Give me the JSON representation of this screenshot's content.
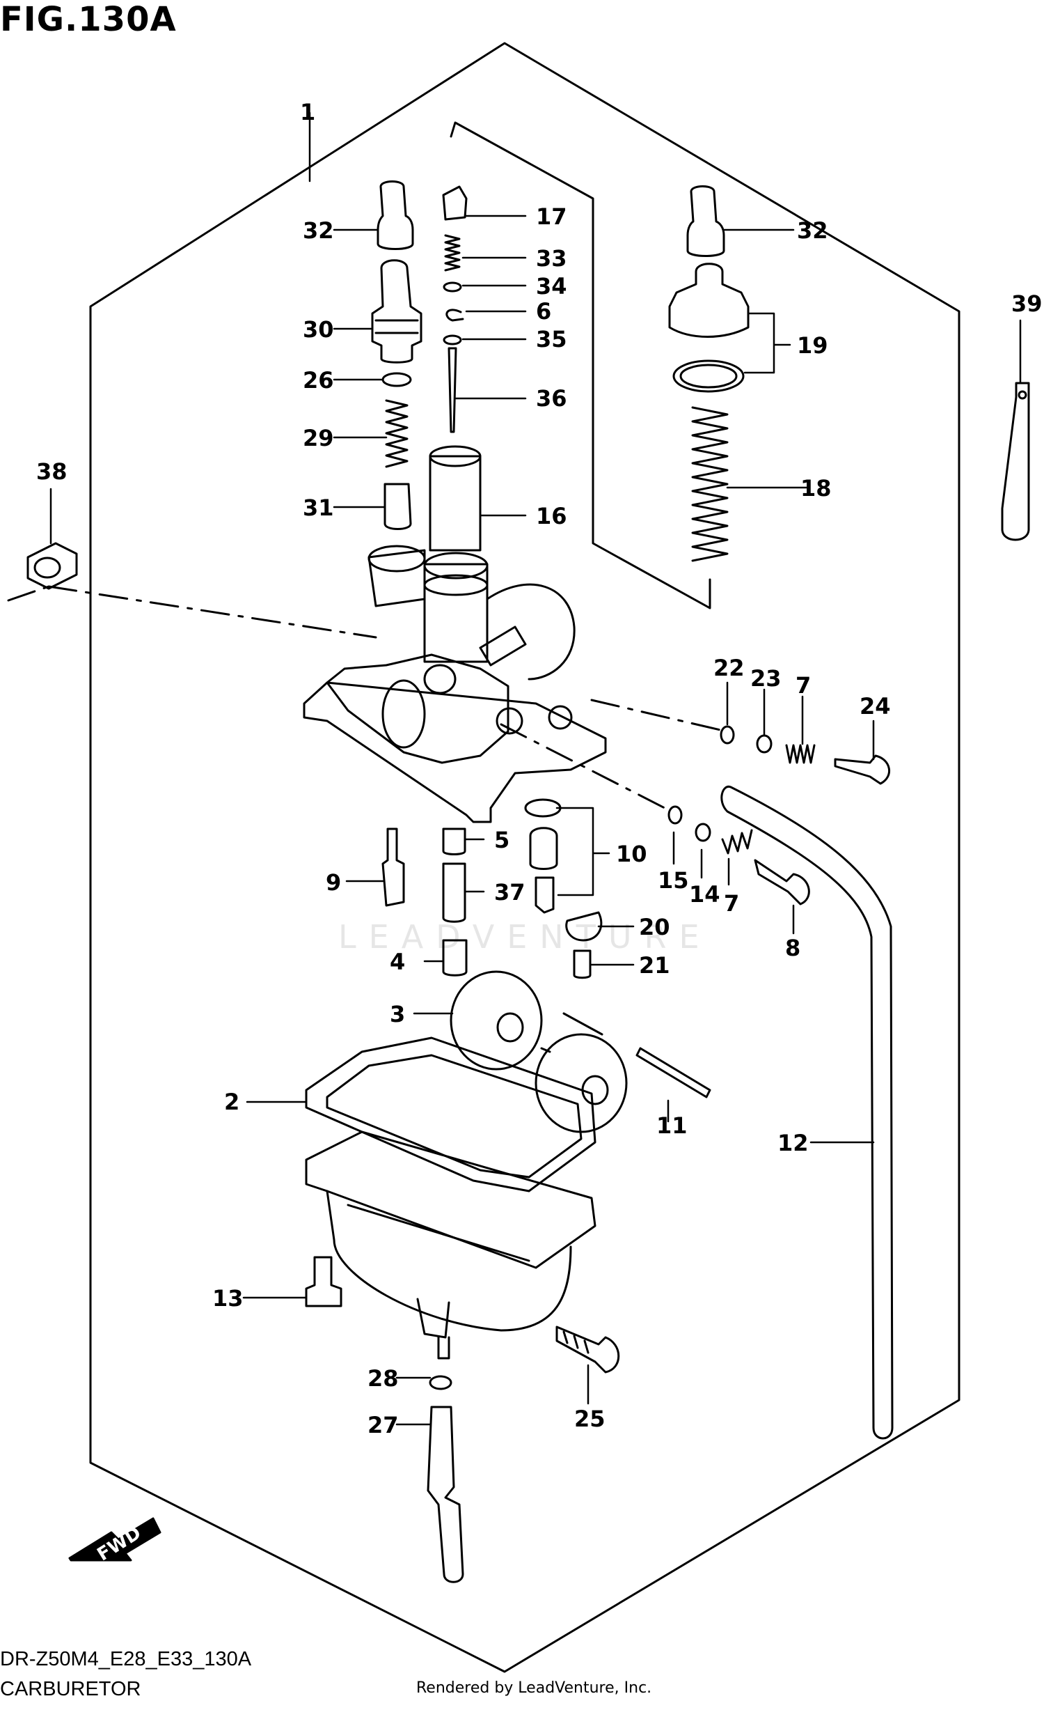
{
  "header": {
    "figure": "FIG.130A"
  },
  "footer": {
    "code": "DR-Z50M4_E28_E33_130A",
    "name": "CARBURETOR",
    "credit": "Rendered by LeadVenture, Inc."
  },
  "watermark": "LEADVENTURE",
  "direction_label": "FWD",
  "callouts": [
    "1",
    "32",
    "17",
    "33",
    "34",
    "6",
    "35",
    "36",
    "16",
    "30",
    "26",
    "29",
    "31",
    "38",
    "32",
    "19",
    "18",
    "39",
    "22",
    "23",
    "7",
    "24",
    "5",
    "10",
    "9",
    "37",
    "15",
    "14",
    "7",
    "8",
    "20",
    "21",
    "4",
    "3",
    "11",
    "2",
    "12",
    "13",
    "28",
    "27",
    "25"
  ],
  "colors": {
    "line": "#000000",
    "background": "#ffffff",
    "watermark": "#e6e6e6"
  }
}
